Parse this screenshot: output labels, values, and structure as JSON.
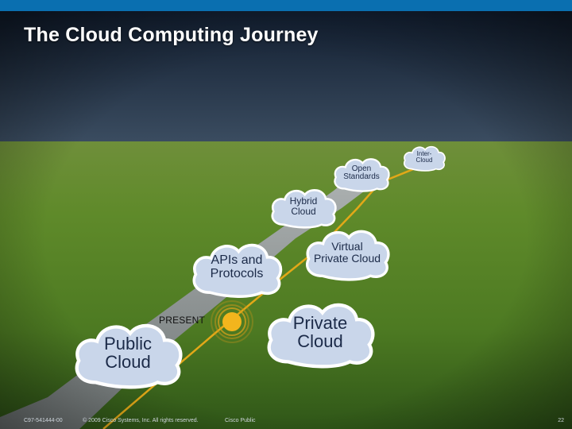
{
  "title": "The Cloud Computing Journey",
  "colors": {
    "title_bar": "#0a6fb0",
    "title_text": "#ffffff",
    "cloud_text": "#1b2a48",
    "road_line": "#e2a818",
    "present_dot": "#f2b51d"
  },
  "milestones": {
    "inter_cloud": "Inter-\nCloud",
    "open_standards": "Open\nStandards",
    "hybrid_cloud": "Hybrid\nCloud",
    "virtual_private_cloud": "Virtual\nPrivate Cloud",
    "apis_protocols": "APIs and\nProtocols",
    "private_cloud": "Private\nCloud",
    "public_cloud": "Public\nCloud"
  },
  "present_label": "PRESENT",
  "footer": {
    "doc_id": "C97-541444-00",
    "copyright": "© 2009 Cisco Systems, Inc. All rights reserved.",
    "classification": "Cisco Public",
    "page_number": "22"
  }
}
